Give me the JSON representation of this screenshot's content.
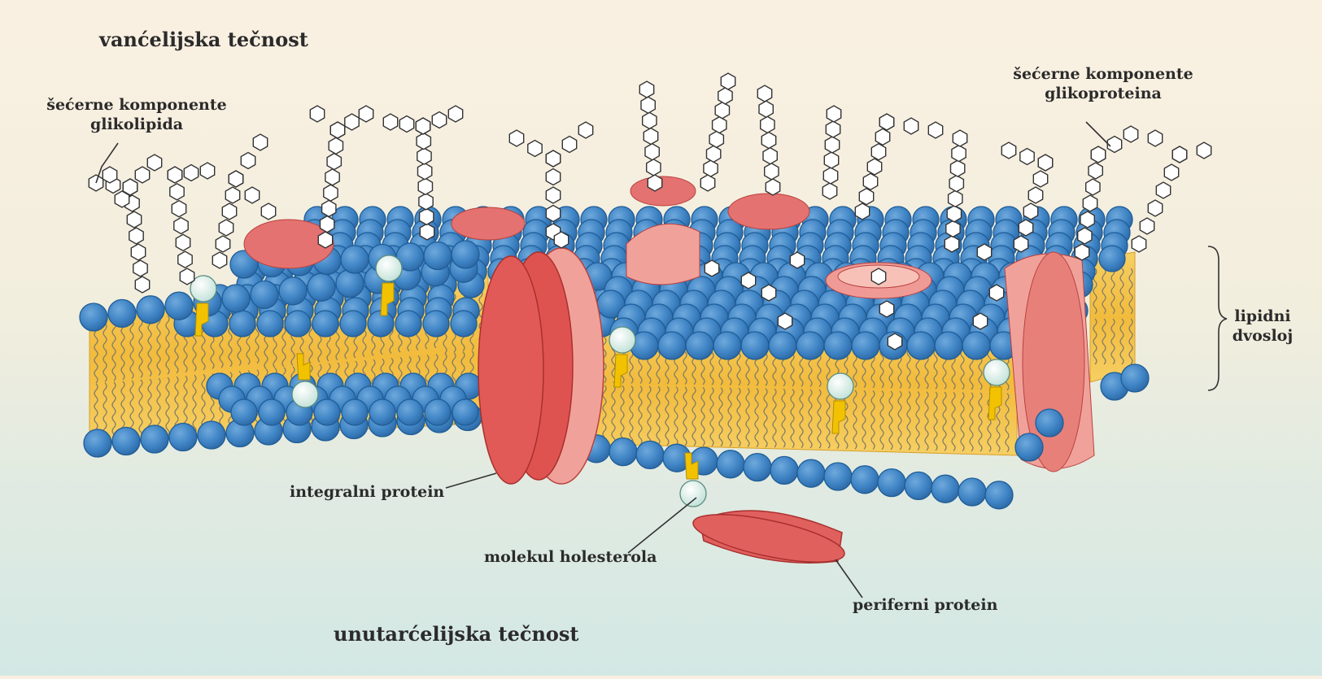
{
  "labels": {
    "extracellular": "vanćelijska tečnost",
    "intracellular": "unutarćelijska tečnost",
    "glycolipid_sugars_line1": "šećerne komponente",
    "glycolipid_sugars_line2": "glikolipida",
    "glycoprotein_sugars_line1": "šećerne komponente",
    "glycoprotein_sugars_line2": "glikoproteina",
    "lipid_bilayer_line1": "lipidni",
    "lipid_bilayer_line2": "dvosloj",
    "integral_protein": "integralni protein",
    "cholesterol": "molekul holesterola",
    "peripheral_protein": "periferni protein"
  },
  "colors": {
    "phospholipid_head": "#3f84c5",
    "phospholipid_head_dark": "#1f5d97",
    "bilayer_core": "#f3c34e",
    "tail_line": "#7d7a6a",
    "protein": "#e0605e",
    "protein_light": "#f0a29a",
    "cholesterol_head": "#dff0ea",
    "cholesterol_body": "#f2c200",
    "sugar_outline": "#333333"
  }
}
